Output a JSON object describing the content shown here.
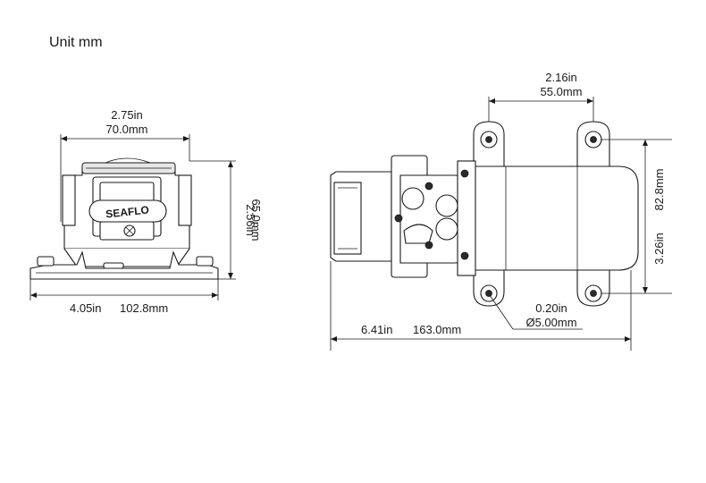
{
  "unit_label": "Unit mm",
  "brand_text": "SEAFLO",
  "front_view": {
    "width_top_in": "2.75in",
    "width_top_mm": "70.0mm",
    "height_in": "2.56in",
    "height_mm": "65.0mm",
    "base_width_in": "4.05in",
    "base_width_mm": "102.8mm"
  },
  "top_view": {
    "hole_spacing_in": "2.16in",
    "hole_spacing_mm": "55.0mm",
    "mount_height_in": "3.26in",
    "mount_height_mm": "82.8mm",
    "hole_dia_in": "0.20in",
    "hole_dia_mm": "Ø5.00mm",
    "length_in": "6.41in",
    "length_mm": "163.0mm"
  }
}
